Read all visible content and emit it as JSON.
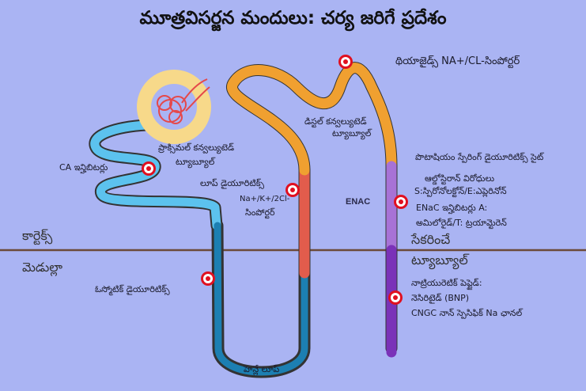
{
  "title": "మూత్రవిసర్జన మందులు: చర్య జరిగే ప్రదేశం",
  "regions": {
    "cortex": "కార్టెక్స్",
    "medulla": "మెడుల్లా"
  },
  "labels": {
    "thiazides": "థియాజైడ్స్ NA+/CL-సింపోర్టర్",
    "dct_1": "డిస్టల్ కన్వల్యుటెడ్",
    "dct_2": "ట్యూబ్యూల్",
    "pct_1": "ప్రాక్సిమల్ కన్వల్యుటెడ్",
    "pct_2": "ట్యూబ్యూల్",
    "ca_inhibitors": "CA ఇన్హిబిటర్లు",
    "loop_diuretics": "లూప్  డైయూరిటిక్స్",
    "nkcc_1": "Na+/K+/2Cl-",
    "nkcc_2": "సింపోర్టర్",
    "enac": "ENAC",
    "k_sparing": "పొటాషియం స్పేరింగ్ డైయూరిటిక్స్ సైట్",
    "aldo_1": "ఆల్డోస్టిరాన్ విరోధులు",
    "aldo_2": "S:స్పిరోనోలక్టోన్/E:ఎప్లెరినోన్",
    "enac_inh_1": "ENaC ఇన్హిబిటర్లు A:",
    "enac_inh_2": "అమిలోరైడ్/T: ట్రయామ్టెరెన్",
    "collecting_1": "సేకరించే",
    "collecting_2": "ట్యూబ్యూల్",
    "np_1": "నాట్రియురెటిక్ పెప్టైడ్:",
    "np_2": "నెసిరిటైడ్ (BNP)",
    "np_3": "CNGC నాన్ స్పెసిఫిక్ Na ఛానల్",
    "osmotic": "ఓస్మోటిక్ డైయూరిటిక్స్",
    "loop_of_henle": "హెన్లే లూప్"
  },
  "colors": {
    "background": "#aab4f3",
    "pct": "#5cc2ee",
    "descending_limb": "#1c7fb2",
    "thick_ascending": "#e25c4c",
    "dct": "#f0a030",
    "collecting_cortex": "#a772d6",
    "collecting_medulla": "#7a32b8",
    "capsule": "#f7d98a",
    "target": "#e01020"
  }
}
